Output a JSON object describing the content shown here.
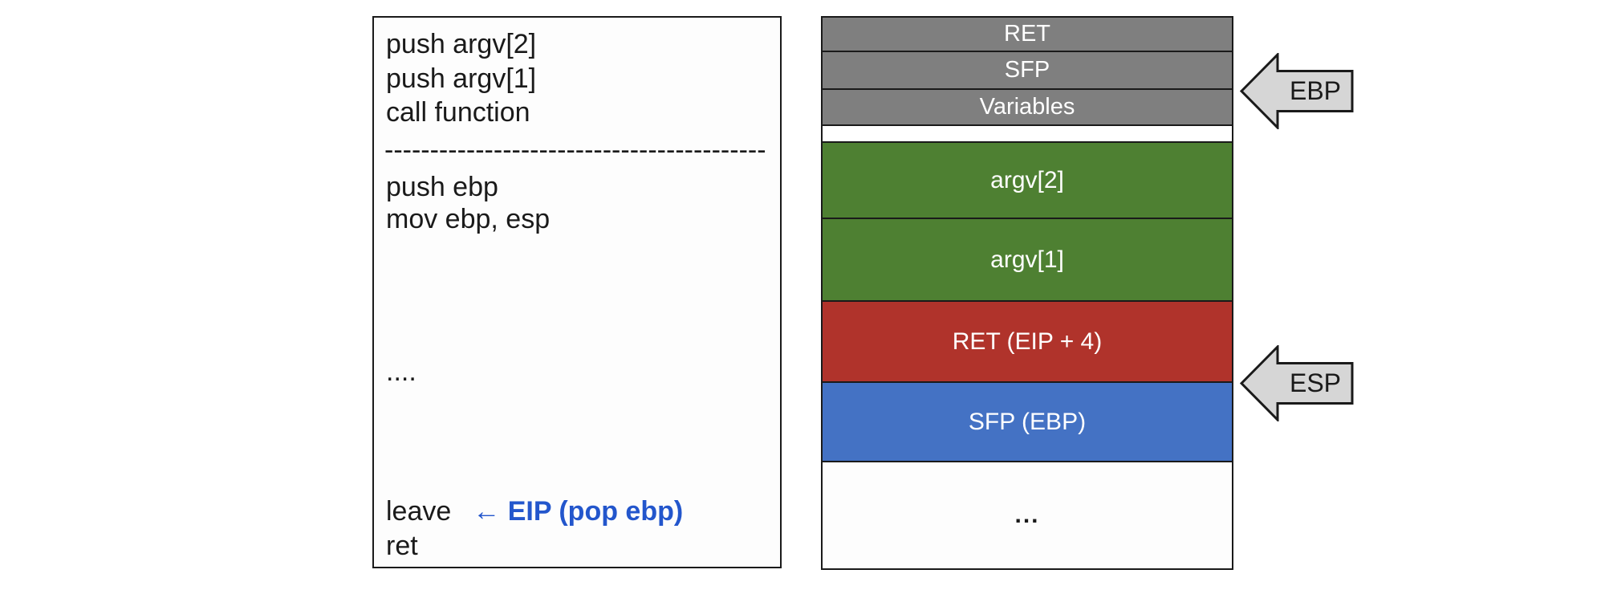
{
  "code_panel": {
    "lines_top": [
      "push argv[2]",
      "push argv[1]",
      "call function"
    ],
    "separator": "------------------------------------------",
    "lines_mid": [
      "push ebp",
      "mov ebp, esp"
    ],
    "ellipsis_line": "....",
    "leave_line": {
      "instruction": "leave",
      "annotation": "← EIP (pop ebp)"
    },
    "last_line": "ret"
  },
  "stack": {
    "rows": [
      {
        "label": "RET",
        "color": "#7f7f7f"
      },
      {
        "label": "SFP",
        "color": "#7f7f7f"
      },
      {
        "label": "Variables",
        "color": "#7f7f7f"
      },
      {
        "label": "",
        "color": "#ffffff"
      },
      {
        "label": "argv[2]",
        "color": "#4e8032"
      },
      {
        "label": "argv[1]",
        "color": "#4e8032"
      },
      {
        "label": "RET (EIP + 4)",
        "color": "#b0332b"
      },
      {
        "label": "SFP (EBP)",
        "color": "#4472c4"
      },
      {
        "label": "...",
        "color": "#ffffff"
      }
    ]
  },
  "pointers": {
    "ebp": {
      "label": "EBP"
    },
    "esp": {
      "label": "ESP"
    }
  },
  "colors": {
    "border_black": "#1a1a1a",
    "annotation_blue": "#2356cc",
    "arrow_fill": "#d6d6d6",
    "row_gray": "#7f7f7f",
    "row_green": "#4e8032",
    "row_red": "#b0332b",
    "row_blue": "#4472c4",
    "label_white": "#ffffff"
  }
}
